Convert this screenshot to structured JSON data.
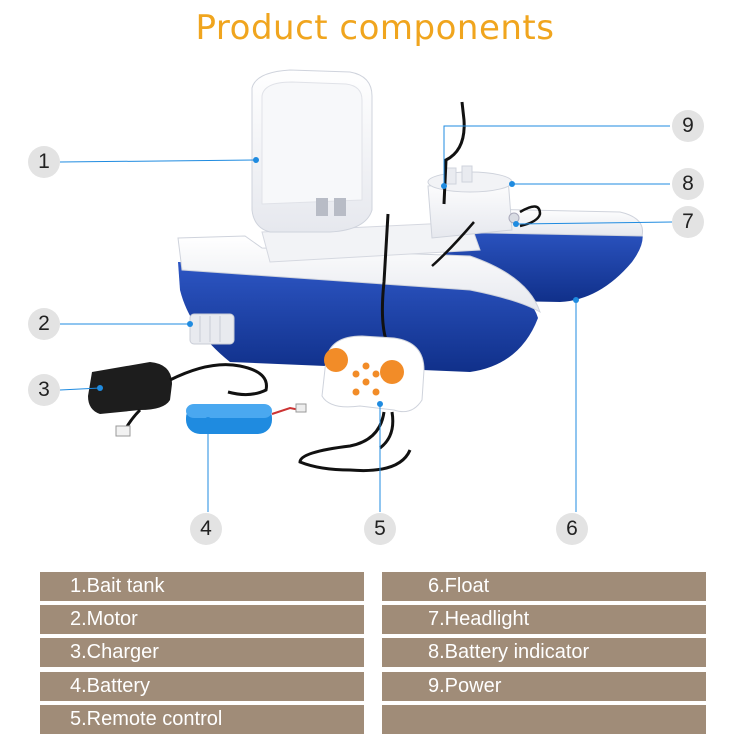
{
  "title": "Product components",
  "colors": {
    "title": "#f0a51e",
    "hull": "#1a3fa8",
    "table_bg": "#a08c78",
    "badge_bg": "#e3e3e3"
  },
  "callouts": [
    "1",
    "2",
    "3",
    "4",
    "5",
    "6",
    "7",
    "8",
    "9"
  ],
  "components": {
    "left": [
      "1.Bait tank",
      "2.Motor",
      "3.Charger",
      "4.Battery",
      "5.Remote control"
    ],
    "right": [
      "6.Float",
      "7.Headlight",
      "8.Battery indicator",
      "9.Power",
      ""
    ]
  }
}
